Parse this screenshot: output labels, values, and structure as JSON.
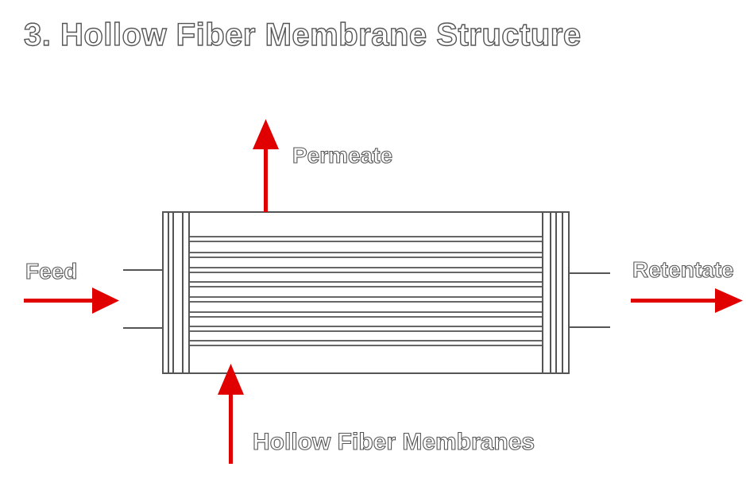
{
  "title": "3.  Hollow Fiber Membrane Structure",
  "labels": {
    "permeate": "Permeate",
    "feed": "Feed",
    "retentate": "Retentate",
    "hollow_fiber_membranes": "Hollow Fiber Membranes"
  },
  "colors": {
    "arrow": "#e00000",
    "outline": "#555555",
    "background": "#ffffff"
  },
  "fiber_count": 8
}
